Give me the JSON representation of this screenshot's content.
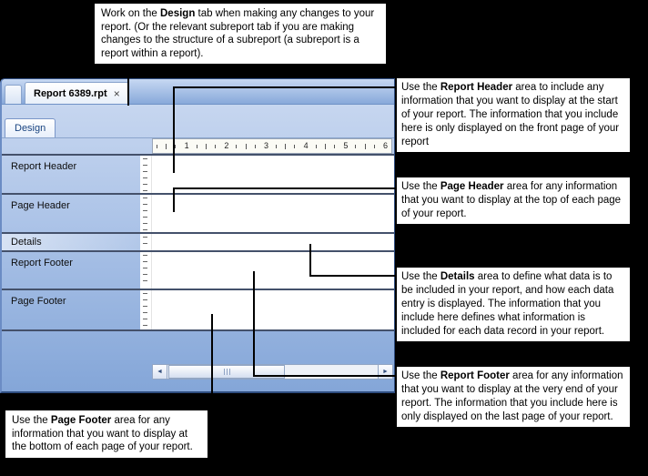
{
  "notes": {
    "design": {
      "prefix": "Work on the ",
      "bold": "Design",
      "suffix": " tab when making any changes to your report. (Or the relevant subreport tab if you are making changes to the structure of a subreport (a subreport is a report within a report)."
    },
    "report_header": {
      "prefix": "Use the ",
      "bold": "Report Header",
      "suffix": " area to include any information that you want to display at the start of your report. The information that you include here is only displayed on the front page of your report"
    },
    "page_header": {
      "prefix": "Use the ",
      "bold": "Page Header",
      "suffix": " area for any information that you want to display at the top of each page of your report."
    },
    "details": {
      "prefix": "Use the ",
      "bold": "Details",
      "suffix": " area to define what data is to be included in your report, and how each data entry is displayed. The information that you include here defines what information is included for each data record in your report."
    },
    "report_footer": {
      "prefix": "Use the ",
      "bold": "Report Footer",
      "suffix": " area for any information that you want to display at the very end of your report. The information that you include here is only displayed on the last page of your report."
    },
    "page_footer": {
      "prefix": "Use the ",
      "bold": "Page Footer",
      "suffix": " area for any information that you want to display at the bottom of each page of your report."
    }
  },
  "window": {
    "document_tab_label": "Report 6389.rpt",
    "close_glyph": "×",
    "design_tab_label": "Design",
    "ruler_numbers": [
      "1",
      "2",
      "3",
      "4",
      "5",
      "6"
    ],
    "sections": [
      {
        "label": "Report Header"
      },
      {
        "label": "Page Header"
      },
      {
        "label": "Details"
      },
      {
        "label": "Report Footer"
      },
      {
        "label": "Page Footer"
      }
    ],
    "scrollbar": {
      "left_arrow": "◄",
      "right_arrow": "►"
    },
    "colors": {
      "tabbar_top": "#c7d8f2",
      "tabbar_bottom": "#88a9da",
      "window_border": "#2f4d80",
      "design_tab_text": "#1a4480",
      "section_separator": "#44516b"
    }
  }
}
